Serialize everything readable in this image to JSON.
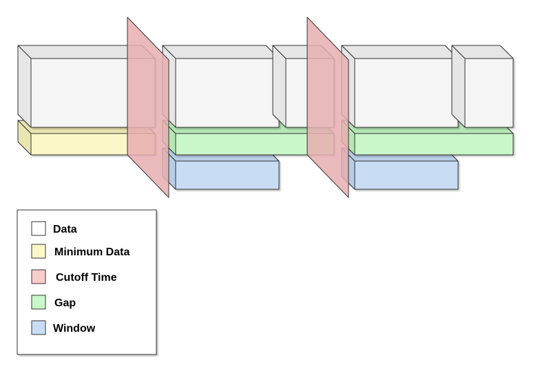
{
  "colors": {
    "data": "#f5f5f5",
    "data_side": "#e6e6e6",
    "minimum_data": "#fbf8c8",
    "minimum_data_side": "#e9e5b1",
    "cutoff_time": "#e7aeb0",
    "gap": "#c9f7c9",
    "window": "#c8ddf4",
    "stroke": "#333333"
  },
  "legend": {
    "items": [
      {
        "label": "Data",
        "color": "#ffffff"
      },
      {
        "label": "Minimum Data",
        "color": "#fbf8c8"
      },
      {
        "label": "Cutoff Time",
        "color": "#f8cecc"
      },
      {
        "label": "Gap",
        "color": "#c9f7c9"
      },
      {
        "label": "Window",
        "color": "#c8ddf4"
      }
    ]
  }
}
